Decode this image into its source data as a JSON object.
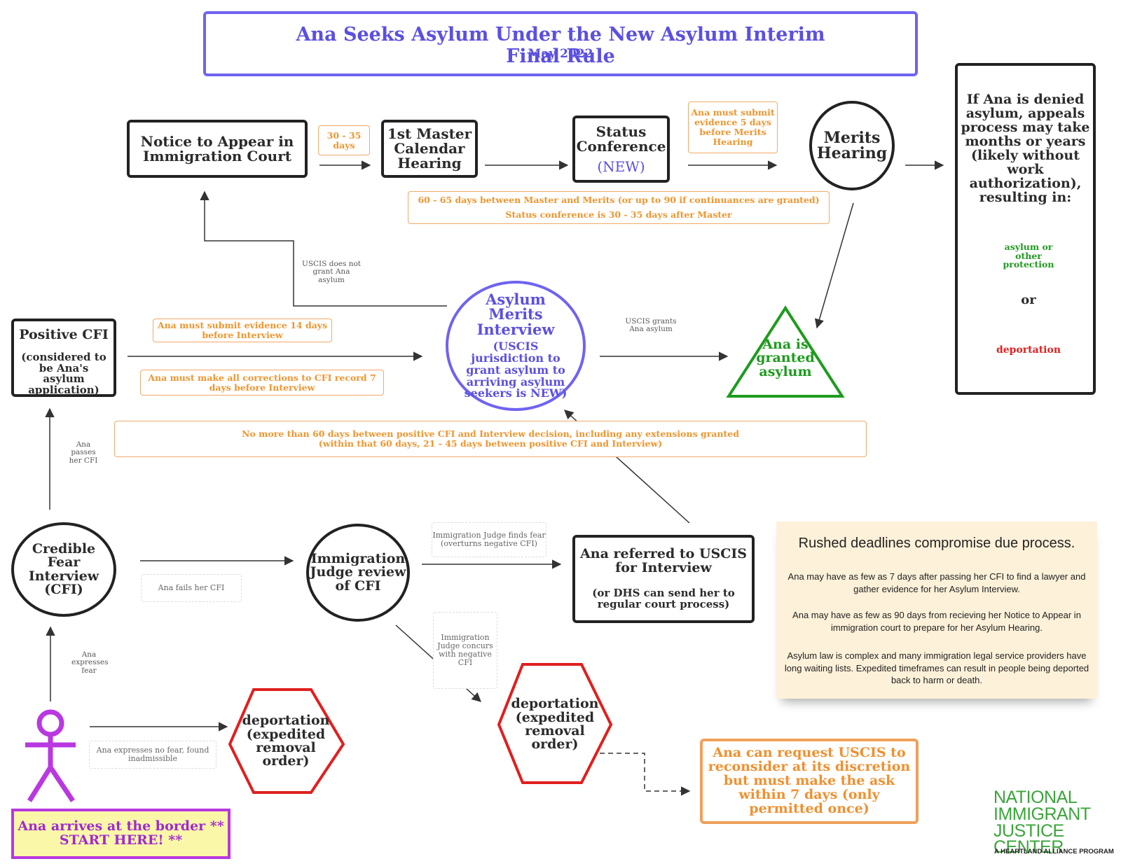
{
  "title": {
    "heading": "Ana Seeks Asylum Under the New Asylum Interim Final Rule",
    "date": "May 2022"
  },
  "nodes": {
    "notice_to_appear": "Notice to Appear in Immigration Court",
    "master_calendar": "1st Master Calendar Hearing",
    "status_conference": "Status Conference",
    "status_new": "(NEW)",
    "merits_hearing": "Merits Hearing",
    "positive_cfi_title": "Positive CFI",
    "positive_cfi_desc": "(considered to be Ana's asylum application)",
    "merits_interview_title": "Asylum Merits Interview",
    "merits_interview_desc": "(USCIS jurisdiction to grant asylum to arriving asylum seekers is NEW)",
    "granted": "Ana is granted asylum",
    "credible_fear": "Credible Fear Interview (CFI)",
    "judge_review": "Immigration Judge review of CFI",
    "referred_title": "Ana referred to USCIS for Interview",
    "referred_desc": "(or DHS can send her to regular court process)",
    "deportation_border": "deportation (expedited removal order)",
    "deportation_judge": "deportation (expedited removal order)",
    "reconsider": "Ana can request USCIS to reconsider at its discretion but must make the ask within 7 days (only permitted once)",
    "start": "Ana arrives at the border ** START HERE! **"
  },
  "appeal": {
    "text": "If Ana is denied asylum, appeals process may take months or years (likely without work authorization), resulting in:",
    "outcome_protection": "asylum or other protection",
    "or": "or",
    "outcome_deportation": "deportation"
  },
  "notes": {
    "days_30_35": "30 - 35 days",
    "evidence_5_days": "Ana must submit evidence 5 days before Merits Hearing",
    "master_merits_gap_line1": "60 - 65 days between Master and Merits (or up to 90 if continuances are granted)",
    "master_merits_gap_line2": "Status conference is 30 - 35 days after Master",
    "evidence_14_days": "Ana must submit evidence 14 days before Interview",
    "corrections_7_days": "Ana must make all corrections to CFI record 7 days before Interview",
    "sixty_days_line1": "No more than 60 days between positive CFI and Interview decision, including any extensions granted",
    "sixty_days_line2": "(within that 60 days, 21 - 45 days between positive CFI and Interview)"
  },
  "edge_labels": {
    "uscis_not_grant": "USCIS does not grant Ana asylum",
    "uscis_grants": "USCIS grants Ana asylum",
    "passes_cfi": "Ana passes her CFI",
    "expresses_fear": "Ana expresses fear",
    "fails_cfi": "Ana fails her CFI",
    "no_fear": "Ana expresses no fear, found inadmissible",
    "judge_finds_fear": "Immigration Judge finds fear (overturns negative CFI)",
    "judge_concurs": "Immigration Judge concurs with negative CFI"
  },
  "process_panel": {
    "title": "Rushed deadlines compromise due process.",
    "para1": "Ana may have as few as 7 days after passing her CFI to find a lawyer and gather evidence for her Asylum Interview.",
    "para2": "Ana may have as few as 90 days from recieving her Notice to Appear in immigration court to prepare for her Asylum Hearing.",
    "para3": "Asylum law is complex and many immigration legal service providers have long waiting lists. Expedited timeframes can result in people being deported back to harm or death."
  },
  "logo": {
    "line1": "NATIONAL",
    "line2": "IMMIGRANT",
    "line3": "JUSTICE CENTER",
    "sub": "A HEARTLAND ALLIANCE PROGRAM"
  },
  "colors": {
    "purple": "#6f63f0",
    "magenta": "#b938e0",
    "orange": "#f0952f",
    "green": "#1e9b1e",
    "red": "#e01f1f",
    "dark": "#222222",
    "panel": "#fdf1d9"
  }
}
